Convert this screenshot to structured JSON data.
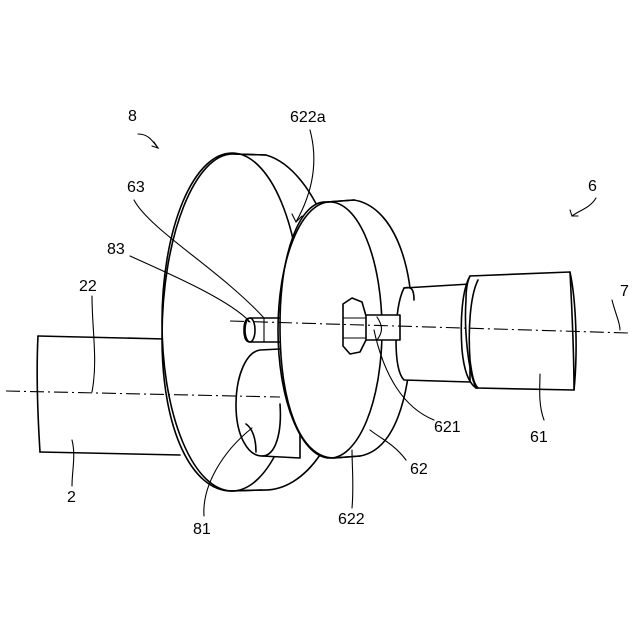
{
  "figure": {
    "labels": {
      "l8": "8",
      "l622a": "622a",
      "l6": "6",
      "l63": "63",
      "l83": "83",
      "l22": "22",
      "l7": "7",
      "l621": "621",
      "l61": "61",
      "l62": "62",
      "l2": "2",
      "l81": "81",
      "l622": "622"
    }
  }
}
